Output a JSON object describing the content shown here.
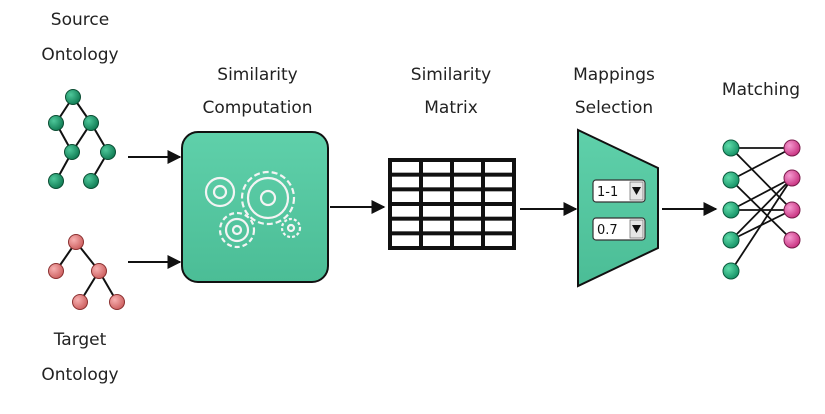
{
  "labels": {
    "source_line1": "Source",
    "source_line2": "Ontology",
    "target_line1": "Target",
    "target_line2": "Ontology",
    "similarity_computation_line1": "Similarity",
    "similarity_computation_line2": "Computation",
    "similarity_matrix_line1": "Similarity",
    "similarity_matrix_line2": "Matrix",
    "mappings_selection_line1": "Mappings",
    "mappings_selection_line2": "Selection",
    "matching": "Matching"
  },
  "controls": {
    "cardinality_value": "1-1",
    "threshold_value": "0.7"
  },
  "colors": {
    "source_node": "#138a5e",
    "target_node": "#e37a7a",
    "matching_left_node": "#1aa36e",
    "matching_right_node": "#e0469c",
    "teal_panel": "#5ecba6"
  },
  "icons": {
    "gears": "gears-icon",
    "arrow": "arrow-right-icon",
    "dropdown": "dropdown-arrow-icon"
  }
}
